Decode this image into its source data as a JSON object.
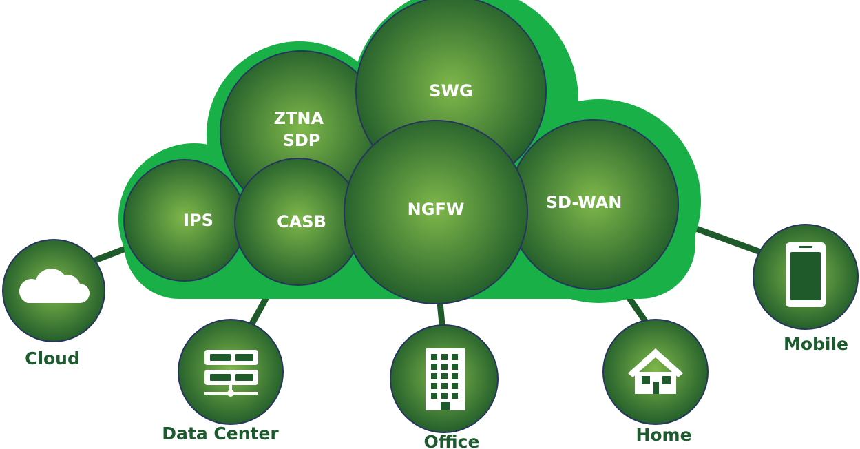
{
  "colors": {
    "cloud_fill": "#19b048",
    "bubble_center": "#7fb84a",
    "bubble_edge": "#1f5a2a",
    "bubble_stroke": "#27345e",
    "connector": "#1f5a2a",
    "label_text": "#1d5a2e",
    "icon_fill": "#ffffff"
  },
  "services": [
    {
      "id": "ips",
      "lines": [
        "IPS"
      ]
    },
    {
      "id": "ztna-sdp",
      "lines": [
        "ZTNA",
        "SDP"
      ]
    },
    {
      "id": "casb",
      "lines": [
        "CASB"
      ]
    },
    {
      "id": "swg",
      "lines": [
        "SWG"
      ]
    },
    {
      "id": "ngfw",
      "lines": [
        "NGFW"
      ]
    },
    {
      "id": "sd-wan",
      "lines": [
        "SD-WAN"
      ]
    }
  ],
  "endpoints": [
    {
      "id": "cloud",
      "label": "Cloud",
      "icon": "cloud-icon"
    },
    {
      "id": "data-center",
      "label": "Data Center",
      "icon": "server-rack-icon"
    },
    {
      "id": "office",
      "label": "Office",
      "icon": "office-building-icon"
    },
    {
      "id": "home",
      "label": "Home",
      "icon": "house-icon"
    },
    {
      "id": "mobile",
      "label": "Mobile",
      "icon": "smartphone-icon"
    }
  ]
}
